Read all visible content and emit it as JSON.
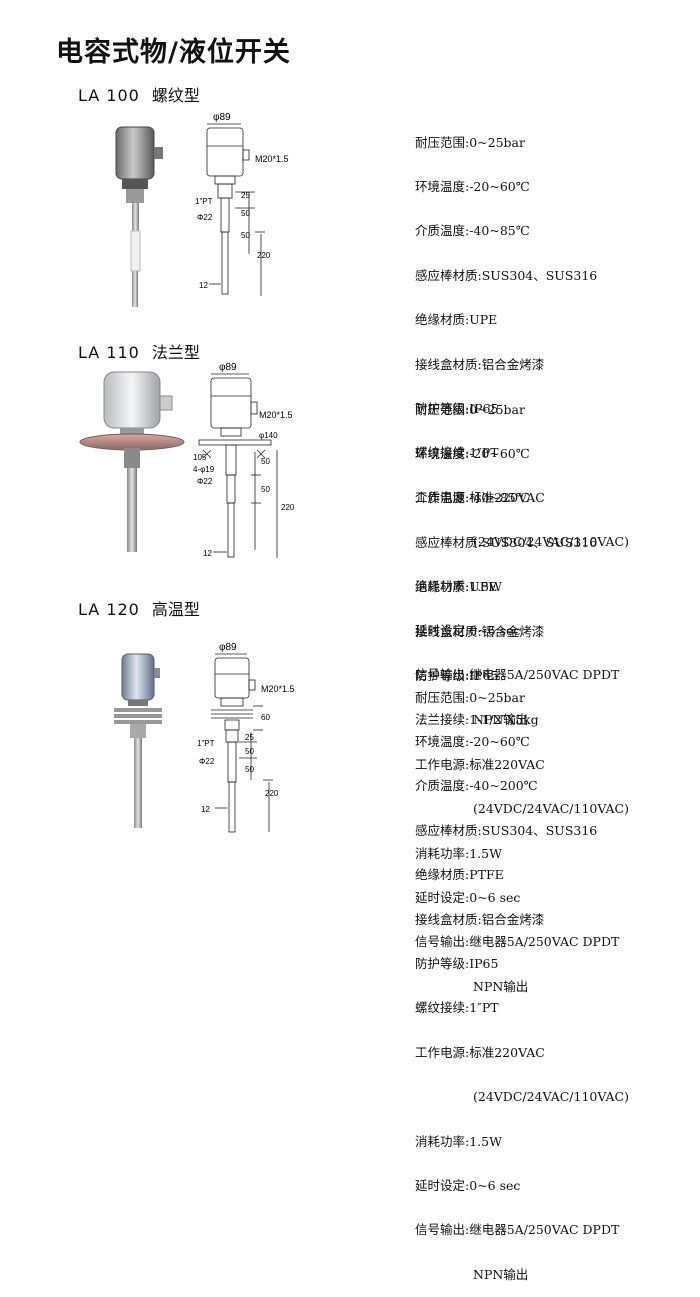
{
  "page": {
    "title": "电容式物/液位开关"
  },
  "products": [
    {
      "code": "LA 100",
      "name": "螺纹型",
      "drawing": {
        "top_dim": "φ89",
        "thread": "M20*1.5",
        "conn": "1\"PT",
        "rod_dia": "Φ22",
        "d1": "25",
        "d2": "50",
        "d3": "50",
        "d4": "220",
        "d5": "12"
      },
      "specs": [
        "耐压范围:0~25bar",
        "环境温度:-20~60℃",
        "介质温度:-40~85℃",
        "感应棒材质:SUS304、SUS316",
        "绝缘材质:UPE",
        "接线盒材质:铝合金烤漆",
        "防护等级:IP65",
        "螺纹接续:1″PT",
        "工作电源:标准220VAC",
        "(24VDC/24VAC/110VAC)",
        "消耗功率:1.5W",
        "延时设定:0~6 sec",
        "信号输出:继电器5A/250VAC DPDT",
        "NPN输出"
      ]
    },
    {
      "code": "LA 110",
      "name": "法兰型",
      "drawing": {
        "top_dim": "φ89",
        "thread": "M20*1.5",
        "flange": "φ140",
        "bolt": "105",
        "holes": "4-φ19",
        "rod_dia": "Φ22",
        "d1": "50",
        "d2": "50",
        "d3": "220",
        "d4": "12"
      },
      "specs": [
        "耐压范围:0~25bar",
        "环境温度:-20~60℃",
        "介质温度:-40~85℃",
        "感应棒材质:SUS304、SUS316",
        "绝缘材质:UPE",
        "接线盒材质:铝合金烤漆",
        "防护等级:IP65",
        "法兰接续:1-1/2″X5kg",
        "工作电源:标准220VAC",
        "(24VDC/24VAC/110VAC)",
        "消耗功率:1.5W",
        "延时设定:0~6 sec",
        "信号输出:继电器5A/250VAC DPDT",
        "NPN输出"
      ]
    },
    {
      "code": "LA 120",
      "name": "高温型",
      "drawing": {
        "top_dim": "φ89",
        "thread": "M20*1.5",
        "fin": "60",
        "conn": "1\"PT",
        "rod_dia": "Φ22",
        "d1": "25",
        "d2": "50",
        "d3": "50",
        "d4": "220",
        "d5": "12"
      },
      "specs": [
        "耐压范围:0~25bar",
        "环境温度:-20~60℃",
        "介质温度:-40~200℃",
        "感应棒材质:SUS304、SUS316",
        "绝缘材质:PTFE",
        "接线盒材质:铝合金烤漆",
        "防护等级:IP65",
        "螺纹接续:1″PT",
        "工作电源:标准220VAC",
        "(24VDC/24VAC/110VAC)",
        "消耗功率:1.5W",
        "延时设定:0~6 sec",
        "信号输出:继电器5A/250VAC DPDT",
        "NPN输出"
      ]
    }
  ]
}
